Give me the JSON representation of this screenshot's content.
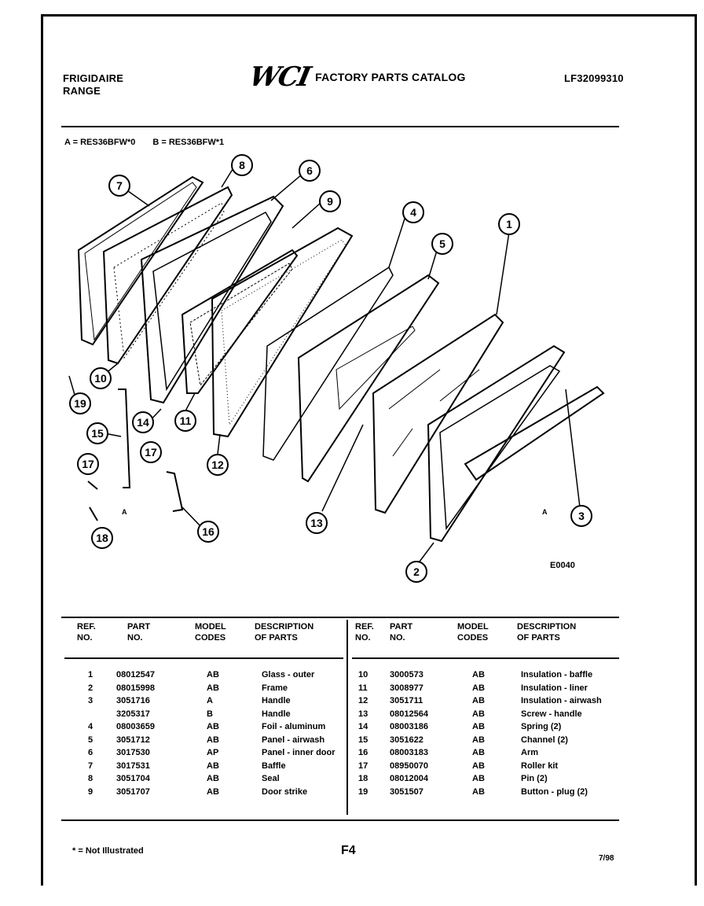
{
  "header": {
    "brand_line1": "FRIGIDAIRE",
    "brand_line2": "RANGE",
    "logo": "WCI",
    "catalog_title": "FACTORY PARTS CATALOG",
    "model_number": "LF32099310"
  },
  "variants": {
    "a": "A = RES36BFW*0",
    "b": "B = RES36BFW*1"
  },
  "diagram": {
    "code": "E0040",
    "callouts": [
      "1",
      "2",
      "3",
      "4",
      "5",
      "6",
      "7",
      "8",
      "9",
      "10",
      "11",
      "12",
      "13",
      "14",
      "15",
      "16",
      "17",
      "17",
      "18",
      "19"
    ],
    "marker_a": "A"
  },
  "table": {
    "headers": {
      "ref": "REF.\nNO.",
      "part": "PART\nNO.",
      "model": "MODEL\nCODES",
      "desc": "DESCRIPTION\nOF PARTS"
    },
    "left_rows": [
      {
        "ref": "1",
        "part": "08012547",
        "codes": "AB",
        "desc": "Glass - outer"
      },
      {
        "ref": "2",
        "part": "08015998",
        "codes": "AB",
        "desc": "Frame"
      },
      {
        "ref": "3",
        "part": "3051716",
        "codes": "A",
        "desc": "Handle"
      },
      {
        "ref": "",
        "part": "3205317",
        "codes": "B",
        "desc": "Handle"
      },
      {
        "ref": "4",
        "part": "08003659",
        "codes": "AB",
        "desc": "Foil - aluminum"
      },
      {
        "ref": "5",
        "part": "3051712",
        "codes": "AB",
        "desc": "Panel - airwash"
      },
      {
        "ref": "6",
        "part": "3017530",
        "codes": "AP",
        "desc": "Panel - inner door"
      },
      {
        "ref": "7",
        "part": "3017531",
        "codes": "AB",
        "desc": "Baffle"
      },
      {
        "ref": "8",
        "part": "3051704",
        "codes": "AB",
        "desc": "Seal"
      },
      {
        "ref": "9",
        "part": "3051707",
        "codes": "AB",
        "desc": "Door strike"
      }
    ],
    "right_rows": [
      {
        "ref": "10",
        "part": "3000573",
        "codes": "AB",
        "desc": "Insulation - baffle"
      },
      {
        "ref": "11",
        "part": "3008977",
        "codes": "AB",
        "desc": "Insulation - liner"
      },
      {
        "ref": "12",
        "part": "3051711",
        "codes": "AB",
        "desc": "Insulation - airwash"
      },
      {
        "ref": "13",
        "part": "08012564",
        "codes": "AB",
        "desc": "Screw - handle"
      },
      {
        "ref": "14",
        "part": "08003186",
        "codes": "AB",
        "desc": "Spring (2)"
      },
      {
        "ref": "15",
        "part": "3051622",
        "codes": "AB",
        "desc": "Channel (2)"
      },
      {
        "ref": "16",
        "part": "08003183",
        "codes": "AB",
        "desc": "Arm"
      },
      {
        "ref": "17",
        "part": "08950070",
        "codes": "AB",
        "desc": "Roller kit"
      },
      {
        "ref": "18",
        "part": "08012004",
        "codes": "AB",
        "desc": "Pin (2)"
      },
      {
        "ref": "19",
        "part": "3051507",
        "codes": "AB",
        "desc": "Button - plug (2)"
      }
    ]
  },
  "footer": {
    "footnote": "* = Not Illustrated",
    "page": "F4",
    "date": "7/98"
  }
}
